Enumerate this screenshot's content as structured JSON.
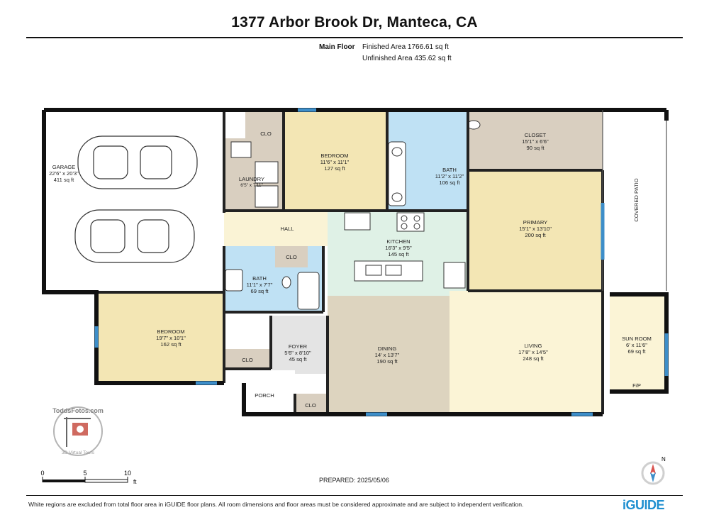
{
  "header": {
    "title": "1377 Arbor Brook Dr, Manteca, CA",
    "floor_label": "Main Floor",
    "finished_area": "Finished Area 1766.61 sq ft",
    "unfinished_area": "Unfinished Area 435.62 sq ft"
  },
  "rooms": {
    "garage": {
      "name": "GARAGE",
      "dims": "22'6\" x 20'3\"",
      "area": "411 sq ft"
    },
    "laundry": {
      "name": "LAUNDRY",
      "dims": "6'5\" x 7'11\""
    },
    "clo_top": {
      "name": "CLO"
    },
    "bedroom_top": {
      "name": "BEDROOM",
      "dims": "11'6\" x 11'1\"",
      "area": "127 sq ft"
    },
    "bath_top": {
      "name": "BATH",
      "dims": "11'2\" x 11'2\"",
      "area": "106 sq ft"
    },
    "closet": {
      "name": "CLOSET",
      "dims": "15'1\" x 6'6\"",
      "area": "90 sq ft"
    },
    "primary": {
      "name": "PRIMARY",
      "dims": "15'1\" x 13'10\"",
      "area": "200 sq ft"
    },
    "covered_patio": {
      "name": "COVERED PATIO"
    },
    "hall": {
      "name": "HALL"
    },
    "kitchen": {
      "name": "KITCHEN",
      "dims": "16'3\" x 9'5\"",
      "area": "145 sq ft"
    },
    "clo_hall": {
      "name": "CLO"
    },
    "bath_mid": {
      "name": "BATH",
      "dims": "11'1\" x 7'7\"",
      "area": "69 sq ft"
    },
    "bedroom_left": {
      "name": "BEDROOM",
      "dims": "19'7\" x 10'1\"",
      "area": "162 sq ft"
    },
    "foyer": {
      "name": "FOYER",
      "dims": "5'6\" x 8'10\"",
      "area": "45 sq ft"
    },
    "clo_foyer": {
      "name": "CLO"
    },
    "porch": {
      "name": "PORCH"
    },
    "clo_porch": {
      "name": "CLO"
    },
    "dining": {
      "name": "DINING",
      "dims": "14' x 13'7\"",
      "area": "190 sq ft"
    },
    "living": {
      "name": "LIVING",
      "dims": "17'8\" x 14'5\"",
      "area": "248 sq ft"
    },
    "sun_room": {
      "name": "SUN ROOM",
      "dims": "6' x 11'6\"",
      "area": "69 sq ft"
    },
    "fp": {
      "name": "F/P"
    }
  },
  "watermark": {
    "brand": "ToddsFotos.com",
    "tagline": "3D Virtual Tours"
  },
  "scale": {
    "t0": "0",
    "t5": "5",
    "t10": "10",
    "unit": "ft"
  },
  "prepared": "PREPARED:  2025/05/06",
  "compass": {
    "north": "N"
  },
  "footer": {
    "disclaimer": "White regions are excluded from total floor area in iGUIDE floor plans. All room dimensions and floor areas must be considered approximate and are subject to independent verification.",
    "logo": "iGUIDE"
  },
  "colors": {
    "garage": "#ffffff",
    "bedroom": "#f3e6b4",
    "bath": "#bfe1f4",
    "closet": "#d9cfc0",
    "primary": "#f3e6b4",
    "hall": "#faf3d5",
    "kitchen": "#dff1e6",
    "dining": "#ddd4bf",
    "living": "#fbf4d6",
    "foyer": "#e4e4e4",
    "wall": "#111111",
    "window": "#3d8ec9"
  }
}
